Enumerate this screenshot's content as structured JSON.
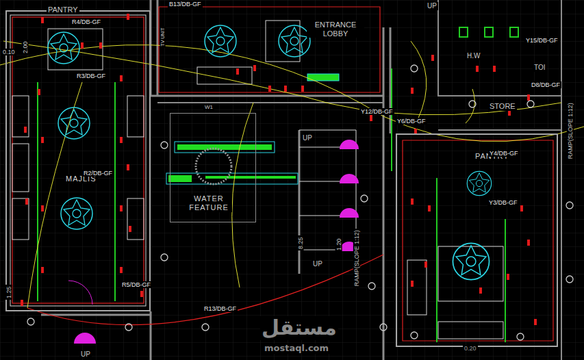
{
  "diagram": {
    "nodes": [
      {
        "text": [
          "MAJLIS"
        ]
      },
      {
        "text": [
          "WATER FEATURE"
        ]
      },
      {
        "text": [
          "PANTRY"
        ]
      }
    ],
    "labels": [
      "PANTRY",
      "R4/DB-GF",
      "R3/DB-GF",
      "R2/DB-GF",
      "R5/DB-GF",
      "R13/DB-GF",
      "B13/DB-GF",
      "ENTRANCE LOBBY",
      "TV UNIT",
      "W1",
      "Y12/DB-GF",
      "Y6/DB-GF",
      "Y15/DB-GF",
      "H.W",
      "TOI",
      "STORE",
      "D8/DB-GF",
      "Y4/DB-GF",
      "Y3/DB-GF",
      "UP",
      "UP",
      "UP",
      "UP",
      "RAMP(SLOPE 1:12)",
      "RAMP(SLOPE 1:12)",
      "8.25",
      "1.20",
      "2.00",
      "0.10",
      "1.25",
      "0.20",
      "مستقل",
      "mostaql.com"
    ]
  }
}
